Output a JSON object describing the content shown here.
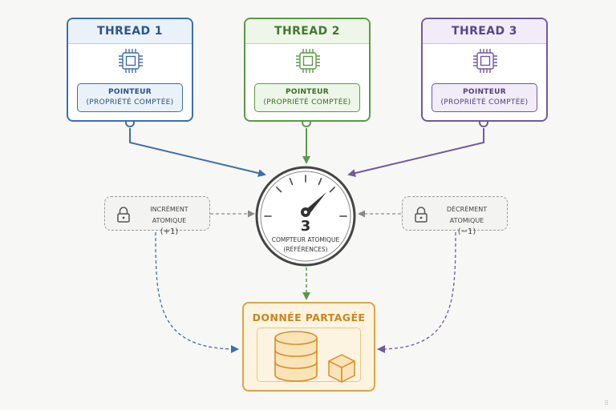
{
  "threads": [
    {
      "title": "THREAD 1",
      "pointer_label": "POINTEUR",
      "pointer_sublabel": "(PROPRIÉTÉ COMPTÉE)",
      "color": "#3d6eae"
    },
    {
      "title": "THREAD 2",
      "pointer_label": "POINTEUR",
      "pointer_sublabel": "(PROPRIÉTÉ COMPTÉE)",
      "color": "#5a9a45"
    },
    {
      "title": "THREAD 3",
      "pointer_label": "POINTEUR",
      "pointer_sublabel": "(PROPRIÉTÉ COMPTÉE)",
      "color": "#71589f"
    }
  ],
  "increment": {
    "label": "INCRÉMENT ATOMIQUE",
    "sign": "(+1)"
  },
  "decrement": {
    "label": "DÉCRÉMENT ATOMIQUE",
    "sign": "(−1)"
  },
  "counter": {
    "value": "3",
    "label": "COMPTEUR ATOMIQUE",
    "sublabel": "(RÉFÉRENCES)"
  },
  "shared": {
    "title": "DONNÉE PARTAGÉE",
    "color": "#e0a43c"
  },
  "icons": {
    "thread": "cpu-chip-icon",
    "operation": "lock-icon",
    "counter": "gauge-icon",
    "shared": [
      "database-icon",
      "cube-icon"
    ]
  }
}
